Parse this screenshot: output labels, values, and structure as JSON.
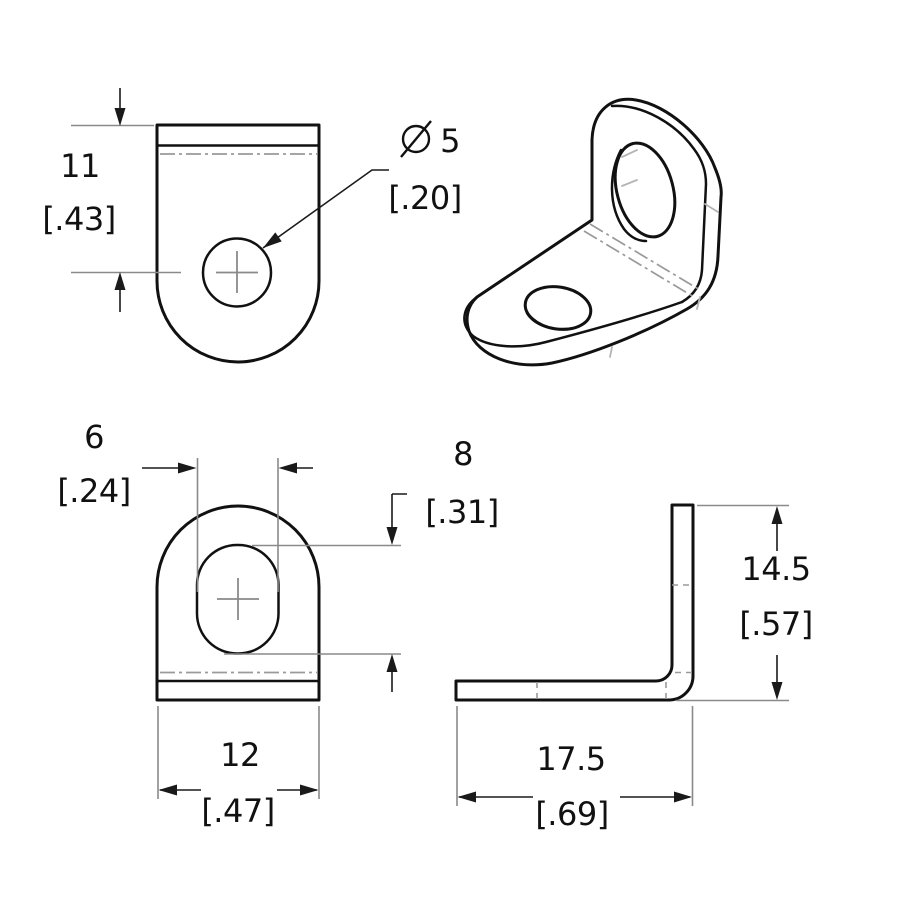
{
  "colors": {
    "background": "#ffffff",
    "part_outline": "#111111",
    "dimension_lines": "#1a1a1a",
    "extension_lines": "#8a8a8a",
    "centerlines": "#9a9a9a",
    "text": "#111111"
  },
  "dimensions": {
    "front_height": {
      "value": "11",
      "ref": "[.43]"
    },
    "hole_diameter": {
      "symbol": "diameter-sign",
      "value": "5",
      "ref": "[.20]"
    },
    "slot_width": {
      "value": "6",
      "ref": "[.24]"
    },
    "slot_length": {
      "value": "8",
      "ref": "[.31]"
    },
    "base_width": {
      "value": "12",
      "ref": "[.47]"
    },
    "overall_height": {
      "value": "14.5",
      "ref": "[.57]"
    },
    "base_length": {
      "value": "17.5",
      "ref": "[.69]"
    }
  }
}
